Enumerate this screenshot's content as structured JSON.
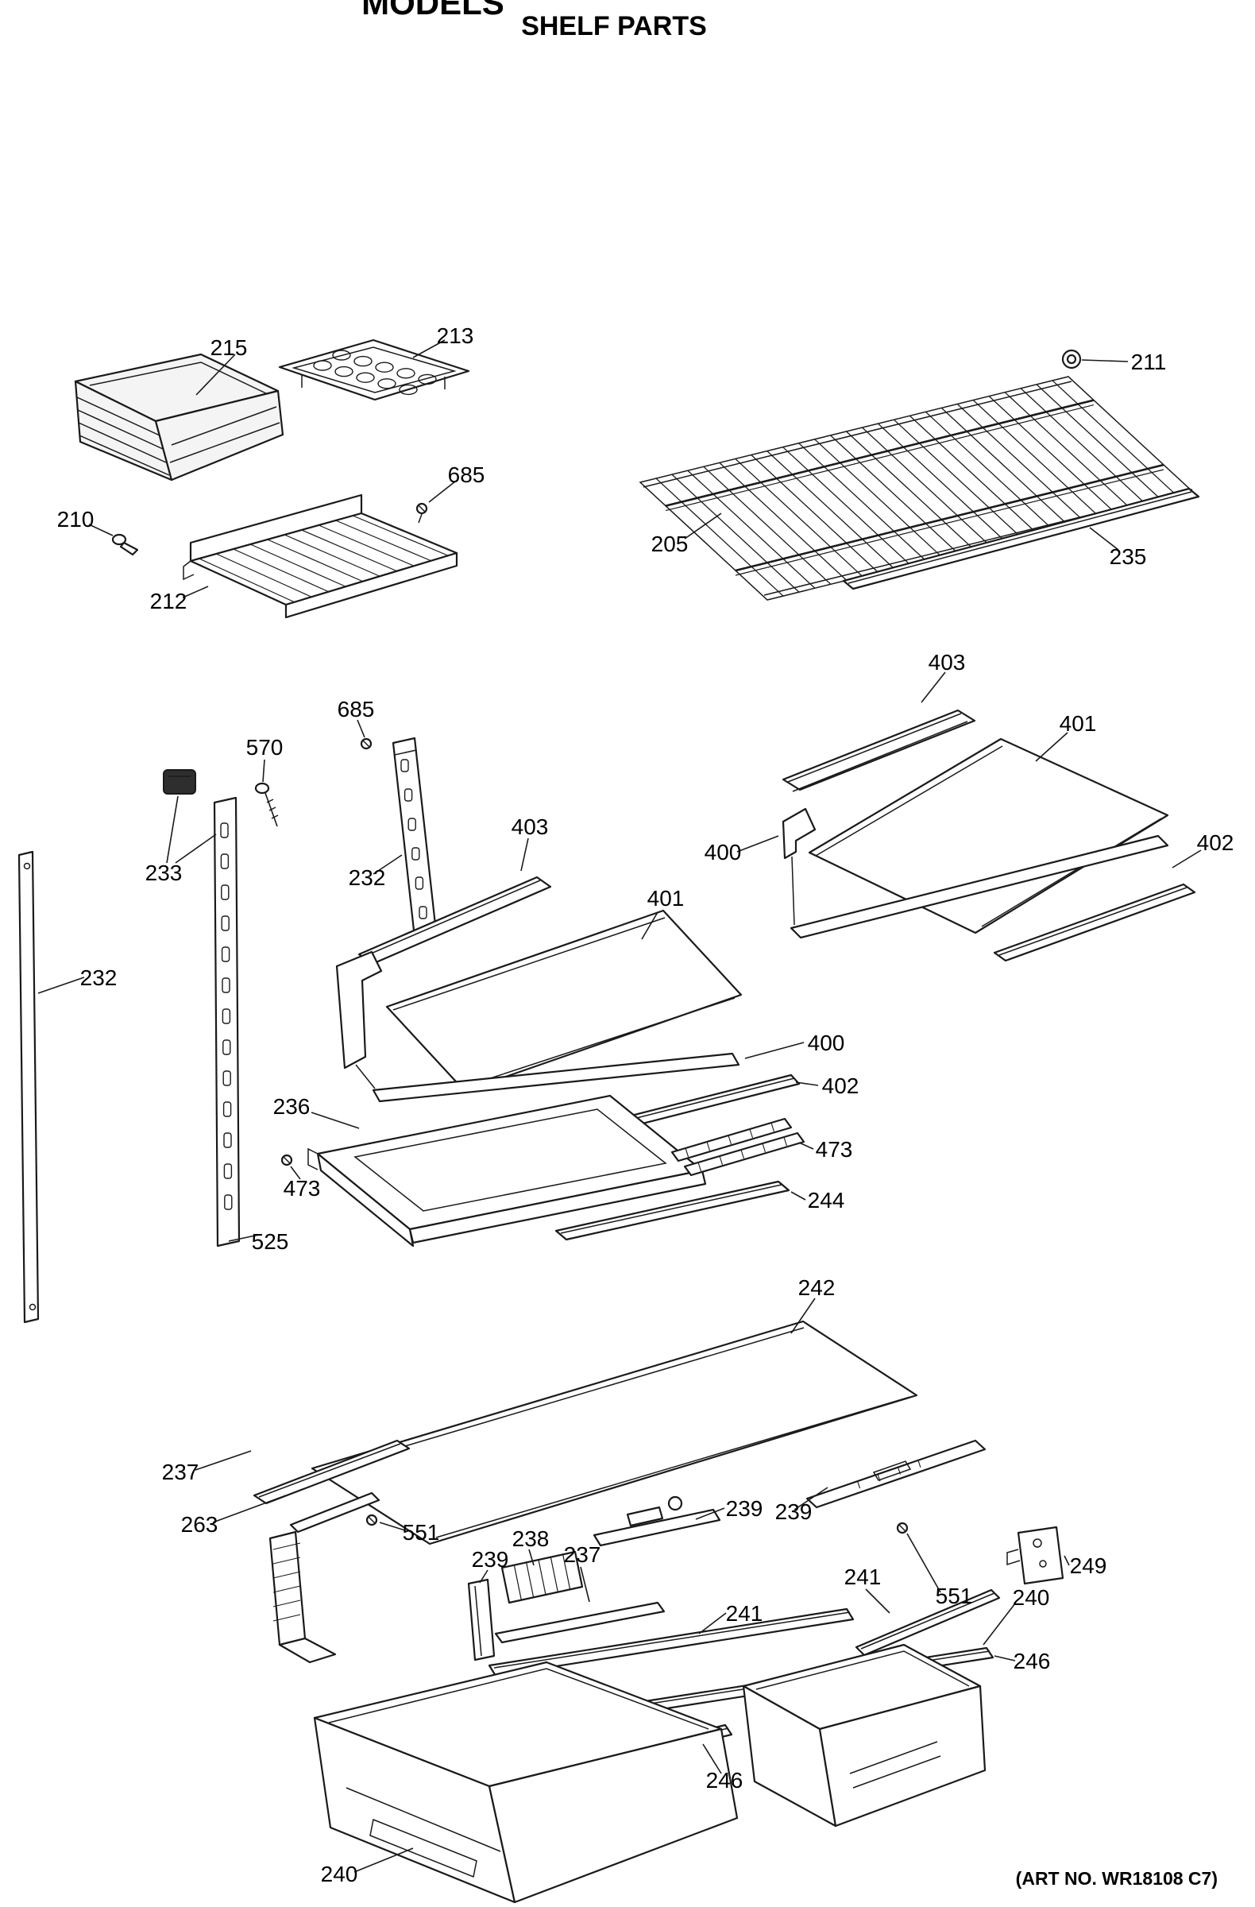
{
  "document": {
    "title_clipped": "MODELS",
    "title": "SHELF PARTS",
    "art_no": "(ART NO. WR18108 C7)"
  },
  "callouts": {
    "p215": "215",
    "p213": "213",
    "p211": "211",
    "p685a": "685",
    "p210": "210",
    "p212": "212",
    "p205": "205",
    "p235": "235",
    "p403r": "403",
    "p401r": "401",
    "p400r": "400",
    "p402r": "402",
    "p685b": "685",
    "p570": "570",
    "p233": "233",
    "p232a": "232",
    "p232b": "232",
    "p403l": "403",
    "p401l": "401",
    "p400l": "400",
    "p402l": "402",
    "p236": "236",
    "p473a": "473",
    "p473b": "473",
    "p244": "244",
    "p525": "525",
    "p242": "242",
    "p237a": "237",
    "p237b": "237",
    "p263": "263",
    "p551a": "551",
    "p551b": "551",
    "p239a": "239",
    "p239b": "239",
    "p239c": "239",
    "p238": "238",
    "p241a": "241",
    "p241b": "241",
    "p249": "249",
    "p240a": "240",
    "p240b": "240",
    "p246a": "246",
    "p246b": "246"
  }
}
